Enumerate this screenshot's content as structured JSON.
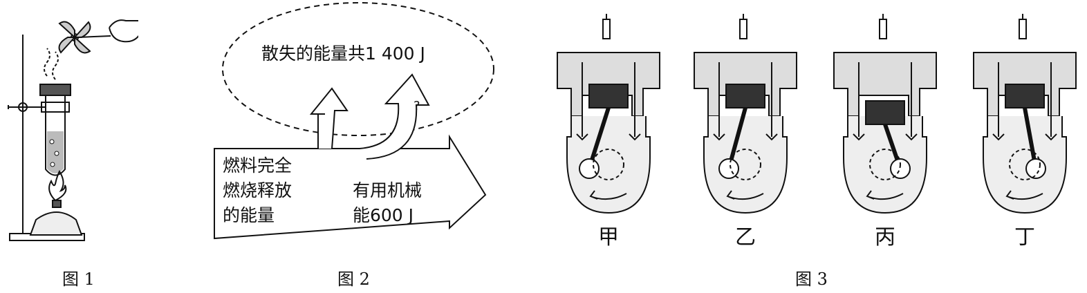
{
  "figure1": {
    "caption": "图 1"
  },
  "figure2": {
    "caption": "图 2",
    "lost_energy": "散失的能量共1 400 J",
    "unknown": "?",
    "input_energy": [
      "燃料完全",
      "燃烧释放",
      "的能量"
    ],
    "useful_energy": [
      "有用机械",
      "能600 J"
    ]
  },
  "figure3": {
    "caption": "图 3",
    "strokes": [
      "甲",
      "乙",
      "丙",
      "丁"
    ]
  }
}
